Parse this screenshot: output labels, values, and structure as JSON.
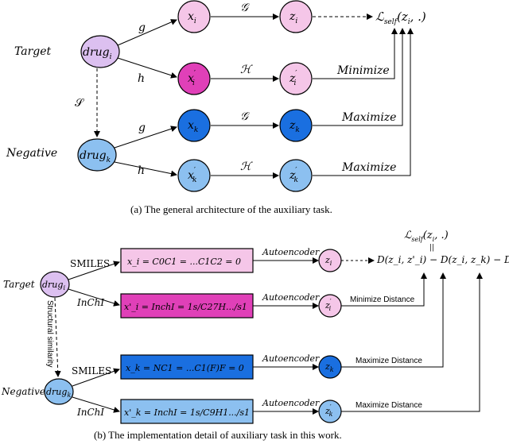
{
  "part_a": {
    "caption": "(a)  The general architecture of the auxiliary task.",
    "target_label": "Target",
    "negative_label": "Negative",
    "drug_i": "drug",
    "drug_i_sub": "i",
    "drug_k": "drug",
    "drug_k_sub": "k",
    "similarity_label": "𝒮",
    "g_top": "g",
    "h_top": "h",
    "g_bottom": "g",
    "h_bottom": "h",
    "xi": "x",
    "xi_sub": "i",
    "xi_prime": "x",
    "xi_prime_sub": "i",
    "xk": "x",
    "xk_sub": "k",
    "xk_prime": "x",
    "xk_prime_sub": "k",
    "zi": "z",
    "zi_sub": "i",
    "zi_prime": "z",
    "zi_prime_sub": "i",
    "zk": "z",
    "zk_sub": "k",
    "zk_prime": "z",
    "zk_prime_sub": "k",
    "enc_G_1": "𝒢",
    "enc_H_1": "ℋ",
    "enc_G_2": "𝒢",
    "enc_H_2": "ℋ",
    "loss": "ℒ",
    "loss_sub": "self",
    "loss_args": "(z",
    "loss_args_sub": "i",
    "loss_args_tail": ", .)",
    "minimize": "Minimize",
    "maximize_1": "Maximize",
    "maximize_2": "Maximize"
  },
  "part_b": {
    "caption": "(b)  The implementation detail of auxiliary task in this work.",
    "target_label": "Target",
    "negative_label": "Negative",
    "drug_i": "drug",
    "drug_i_sub": "i",
    "drug_k": "drug",
    "drug_k_sub": "k",
    "structural_similarity": "Structural similarity",
    "smiles_top": "SMILES",
    "inchi_top": "InChI",
    "smiles_bottom": "SMILES",
    "inchi_bottom": "InChI",
    "box_xi": "x_i = C0C1 = ...C1C2 = 0",
    "box_xi_prime": "x'_i = InchI = 1s/C27H.../s1",
    "box_xk": "x_k = NC1 = ...C1(F)F = 0",
    "box_xk_prime": "x'_k = InchI = 1s/C9H1.../s1",
    "autoencoder_1": "Autoencoder",
    "autoencoder_2": "Autoencoder",
    "autoencoder_3": "Autoencoder",
    "autoencoder_4": "Autoencoder",
    "zi": "z",
    "zi_sub": "i",
    "zi_prime": "z",
    "zi_prime_sub": "i",
    "zk": "z",
    "zk_sub": "k",
    "zk_prime": "z",
    "zk_prime_sub": "k",
    "loss_top": "ℒ",
    "loss_top_sub": "self",
    "loss_top_args": "(z",
    "loss_top_args_sub": "i",
    "loss_top_args_tail": ", .)",
    "equals_sign": "||",
    "loss_expression": "D(z_i, z'_i) − D(z_i, z_k) − D(z_i, z'_k)",
    "minimize_distance": "Minimize Distance",
    "maximize_distance_1": "Maximize Distance",
    "maximize_distance_2": "Maximize Distance"
  },
  "colors": {
    "pink_fill": "#f5c6e8",
    "pink_stroke": "#d06bb8",
    "magenta_fill": "#e040b8",
    "magenta_stroke": "#a0207f",
    "blue_dark_fill": "#1a6fe0",
    "blue_dark_stroke": "#0b3f9a",
    "blue_light_fill": "#8cc0f0",
    "blue_light_stroke": "#3a78c0",
    "drug_i_fill": "#dcc0f0",
    "drug_i_stroke": "#8a5cc0",
    "drug_k_fill": "#8cc0f0",
    "drug_k_stroke": "#3a78c0"
  }
}
